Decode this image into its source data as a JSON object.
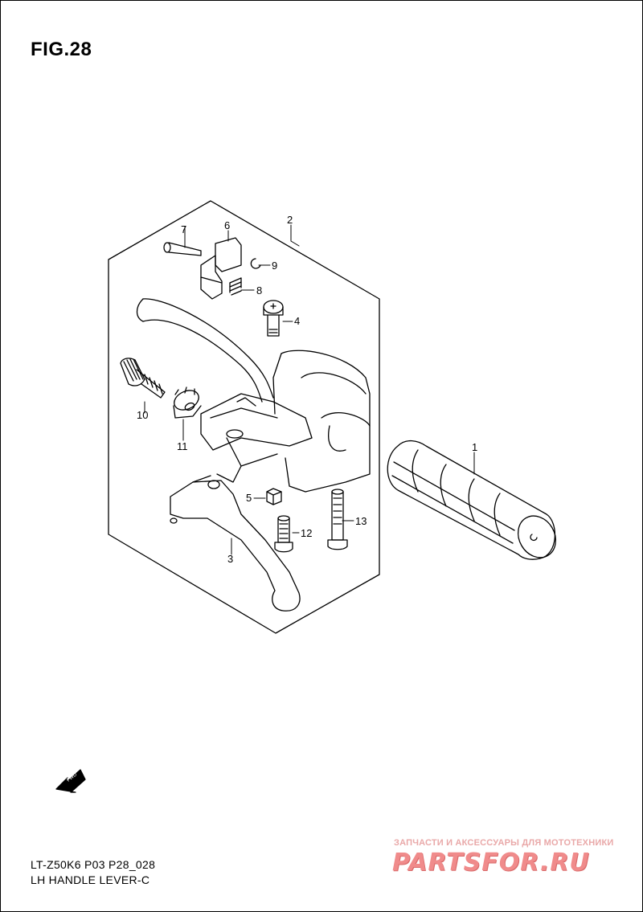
{
  "figure": {
    "title": "FIG.28",
    "model_code": "LT-Z50K6 P03 P28_028",
    "assembly_name": "LH HANDLE LEVER-C",
    "fwd_label": "FWD"
  },
  "callouts": [
    "1",
    "2",
    "3",
    "4",
    "5",
    "6",
    "7",
    "8",
    "9",
    "10",
    "11",
    "12",
    "13"
  ],
  "watermark": {
    "tagline": "ЗАПЧАСТИ И АКСЕССУАРЫ ДЛЯ МОТОТЕХНИКИ",
    "logo": "PARTSFOR.RU",
    "color": "#f08b8b"
  }
}
